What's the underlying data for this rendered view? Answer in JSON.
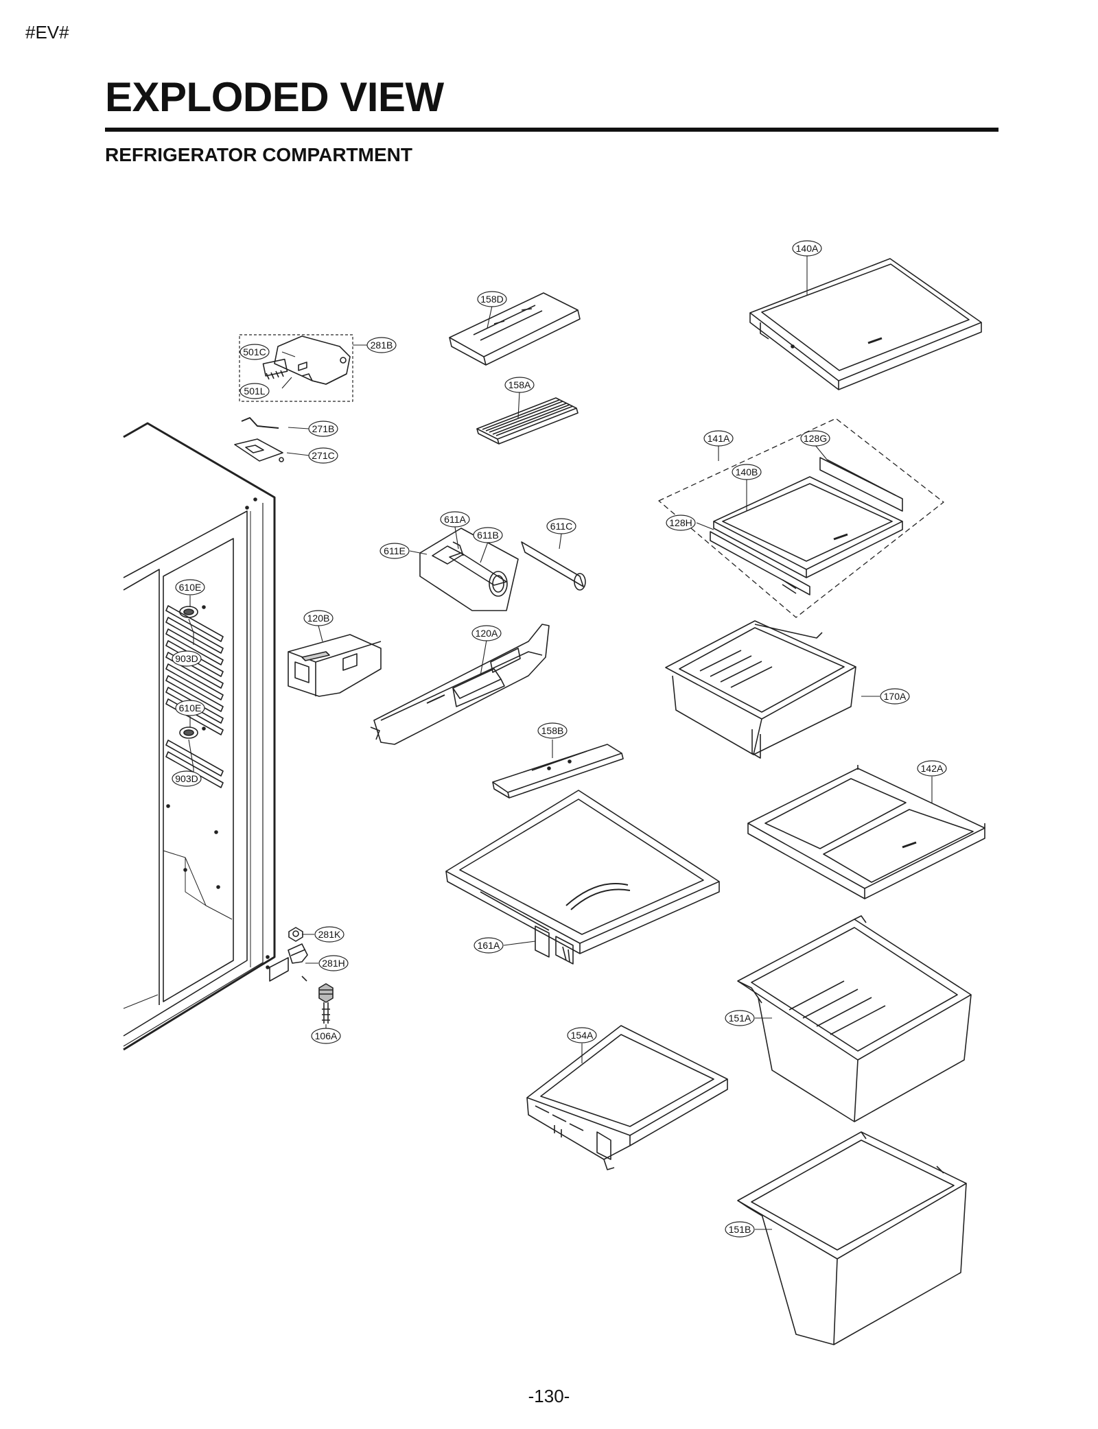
{
  "header": {
    "marker": "#EV#",
    "title": "EXPLODED VIEW",
    "subtitle": "REFRIGERATOR COMPARTMENT"
  },
  "footer": {
    "page_number": "-130-"
  },
  "callouts": {
    "c140A": "140A",
    "c158D": "158D",
    "c281B": "281B",
    "c501C": "501C",
    "c501L": "501L",
    "c158A": "158A",
    "c271B": "271B",
    "c271C": "271C",
    "c141A": "141A",
    "c128G": "128G",
    "c140B": "140B",
    "c128H": "128H",
    "c611A": "611A",
    "c611B": "611B",
    "c611C": "611C",
    "c611E": "611E",
    "c610E_1": "610E",
    "c120B": "120B",
    "c120A": "120A",
    "c903D_1": "903D",
    "c610E_2": "610E",
    "c170A": "170A",
    "c158B": "158B",
    "c903D_2": "903D",
    "c142A": "142A",
    "c281K": "281K",
    "c161A": "161A",
    "c281H": "281H",
    "c151A": "151A",
    "c106A": "106A",
    "c154A": "154A",
    "c151B": "151B"
  }
}
